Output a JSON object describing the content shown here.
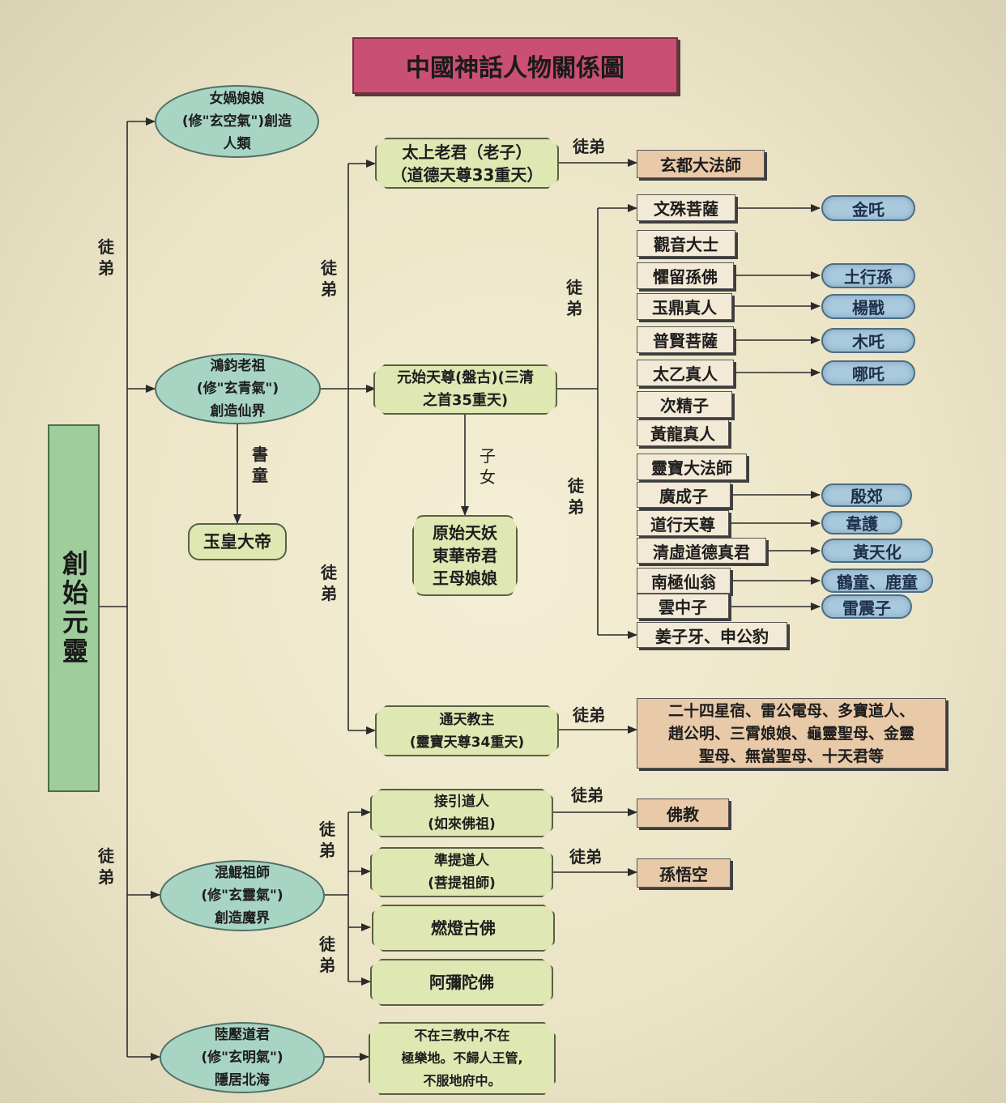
{
  "title": "中國神話人物關係圖",
  "root": "創始元靈",
  "rel": {
    "disciple": "徒弟",
    "children": "子女",
    "page_boy": "書童"
  },
  "nuwa": {
    "l1": "女媧娘娘",
    "l2": "(修\"玄空氣\")創造",
    "l3": "人類"
  },
  "hongjun": {
    "l1": "鴻鈞老祖",
    "l2": "(修\"玄青氣\")",
    "l3": "創造仙界"
  },
  "hunkun": {
    "l1": "混鯤祖師",
    "l2": "(修\"玄靈氣\")",
    "l3": "創造魔界"
  },
  "luya": {
    "l1": "陸壓道君",
    "l2": "(修\"玄明氣\")",
    "l3": "隱居北海"
  },
  "yuhuang": "玉皇大帝",
  "taishang": {
    "l1": "太上老君（老子）",
    "l2": "（道德天尊33重天）"
  },
  "yuanshi": {
    "l1": "元始天尊(盤古)(三清",
    "l2": "之首35重天)"
  },
  "tongtian": {
    "l1": "通天教主",
    "l2": "(靈寶天尊34重天)"
  },
  "yuanshi_children": {
    "l1": "原始天妖",
    "l2": "東華帝君",
    "l3": "王母娘娘"
  },
  "xuandu": "玄都大法師",
  "disciples": [
    "文殊菩薩",
    "觀音大士",
    "懼留孫佛",
    "玉鼎真人",
    "普賢菩薩",
    "太乙真人",
    "次精子",
    "黃龍真人",
    "靈寶大法師",
    "廣成子",
    "道行天尊",
    "清虛道德真君",
    "南極仙翁",
    "雲中子",
    "姜子牙、申公豹"
  ],
  "grand_disciples": [
    "金吒",
    "土行孫",
    "楊戩",
    "木吒",
    "哪吒",
    "殷郊",
    "韋護",
    "黃天化",
    "鶴童、鹿童",
    "雷震子"
  ],
  "tongtian_disciples": {
    "l1": "二十四星宿、雷公電母、多寶道人、",
    "l2": "趙公明、三霄娘娘、龜靈聖母、金靈",
    "l3": "聖母、無當聖母、十天君等"
  },
  "jieyin": {
    "l1": "接引道人",
    "l2": "(如來佛祖)"
  },
  "zhunti": {
    "l1": "準提道人",
    "l2": "(菩提祖師)"
  },
  "randeng": "燃燈古佛",
  "amituo": "阿彌陀佛",
  "buddhism": "佛教",
  "wukong": "孫悟空",
  "luya_note": {
    "l1": "不在三教中,不在",
    "l2": "極樂地。不歸人王管,",
    "l3": "不服地府中。"
  }
}
